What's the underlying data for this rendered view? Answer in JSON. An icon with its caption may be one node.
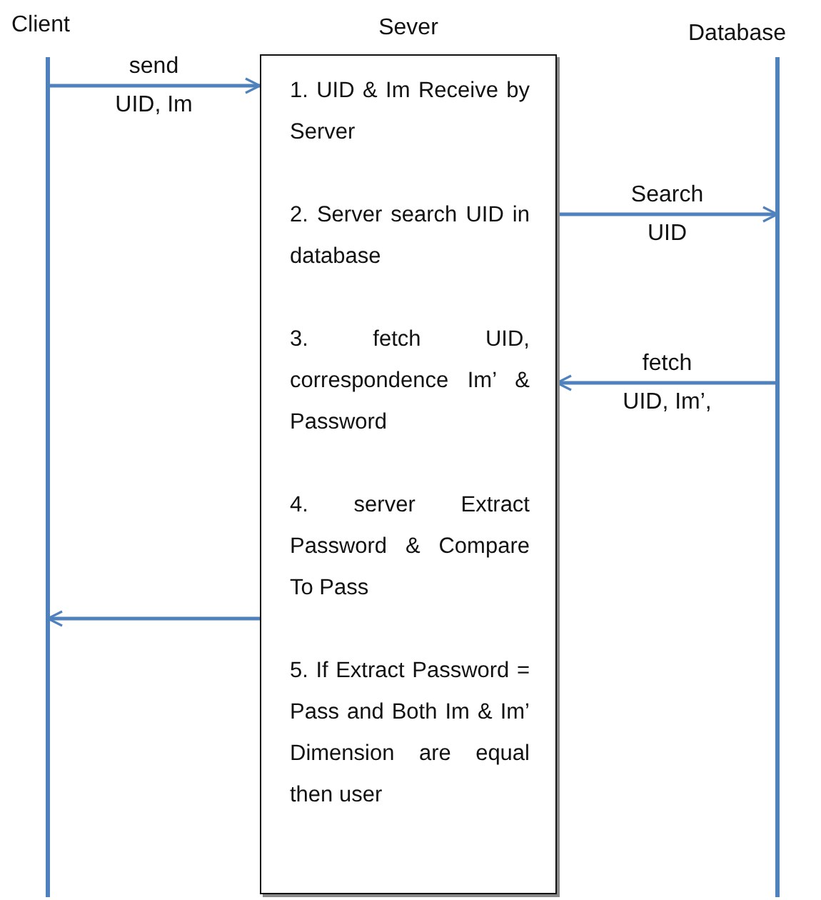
{
  "diagram": {
    "nodes": [
      {
        "text": [
          "Client"
        ]
      },
      {
        "text": [
          "Sever",
          "1. UID & Im Receive by Server",
          "2. Server search UID in database",
          "3. fetch UID, correspondence Im’ & Password",
          "4. server Extract Password & Compare To Pass",
          "5. If Extract Password = Pass and Both Im & Im’ Dimension are equal then user"
        ]
      },
      {
        "text": [
          "Database"
        ]
      }
    ],
    "edges": [
      {
        "from": 0,
        "to": 1,
        "arrow": "to",
        "label": "send UID, Im"
      },
      {
        "from": 1,
        "to": 2,
        "arrow": "to",
        "label": "Search UID"
      },
      {
        "from": 2,
        "to": 1,
        "arrow": "to",
        "label": "fetch UID, Im’,"
      },
      {
        "from": 1,
        "to": 0,
        "arrow": "to"
      }
    ]
  }
}
